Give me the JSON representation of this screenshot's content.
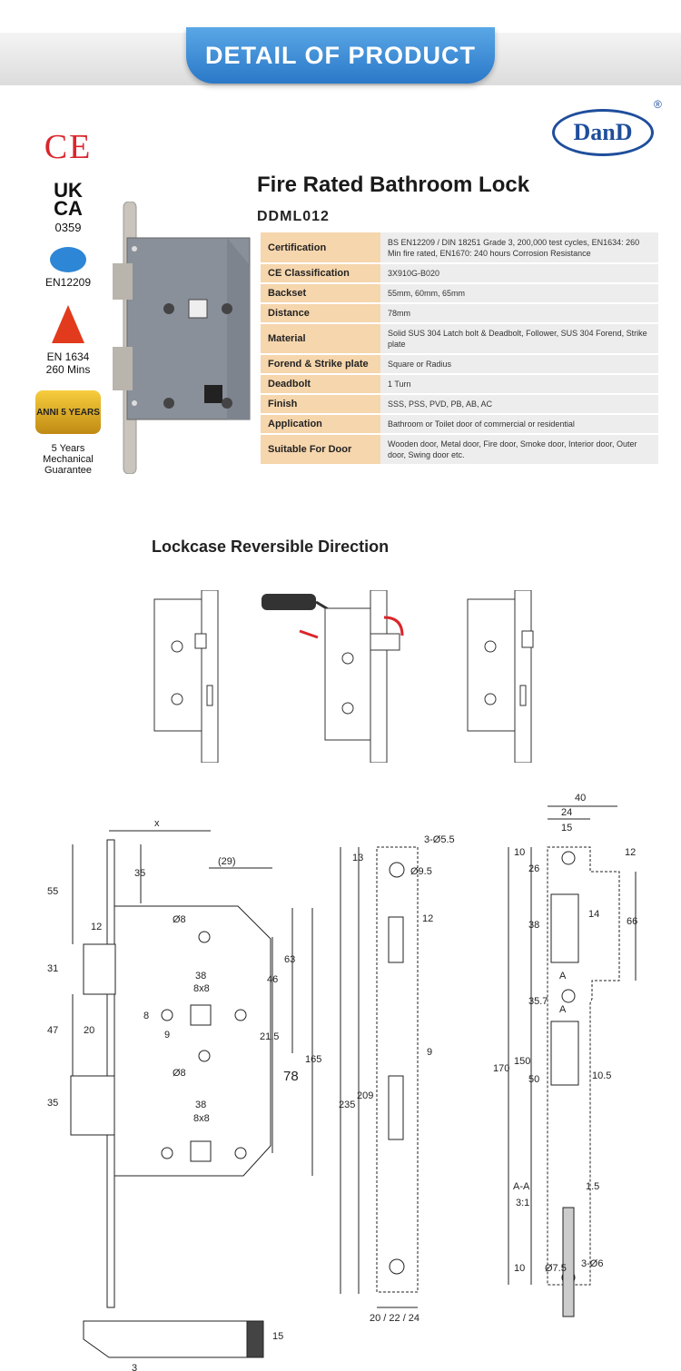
{
  "banner": {
    "title": "DETAIL OF PRODUCT"
  },
  "brand": {
    "logo_text": "DanD",
    "registered": "®"
  },
  "certifications": {
    "ce": "CE",
    "ukca": "UK\nCA",
    "ukca_number": "0359",
    "en12209": "EN12209",
    "fire_rating": "EN 1634",
    "fire_minutes": "260 Mins",
    "guarantee_badge": "ANNI 5 YEARS",
    "guarantee_line1": "5 Years",
    "guarantee_line2": "Mechanical",
    "guarantee_line3": "Guarantee"
  },
  "product": {
    "title": "Fire Rated Bathroom Lock",
    "model": "DDML012"
  },
  "spec_rows": [
    {
      "key": "Certification",
      "value": "BS EN12209 / DIN 18251 Grade 3, 200,000 test cycles, EN1634: 260 Min fire rated, EN1670: 240 hours Corrosion Resistance"
    },
    {
      "key": "CE Classification",
      "value": "3X910G-B020"
    },
    {
      "key": "Backset",
      "value": "55mm, 60mm, 65mm"
    },
    {
      "key": "Distance",
      "value": "78mm"
    },
    {
      "key": "Material",
      "value": "Solid SUS 304 Latch bolt & Deadbolt, Follower, SUS 304 Forend, Strike plate"
    },
    {
      "key": "Forend & Strike plate",
      "value": "Square or Radius"
    },
    {
      "key": "Deadbolt",
      "value": "1 Turn"
    },
    {
      "key": "Finish",
      "value": "SSS, PSS, PVD, PB, AB, AC"
    },
    {
      "key": "Application",
      "value": "Bathroom or Toilet door of commercial or residential"
    },
    {
      "key": "Suitable For Door",
      "value": "Wooden door, Metal door, Fire door, Smoke door, Interior door, Outer door, Swing door etc."
    }
  ],
  "reversible": {
    "title": "Lockcase Reversible Direction"
  },
  "dimensions": {
    "x": "x",
    "d29": "(29)",
    "d55": "55",
    "d35a": "35",
    "d12a": "12",
    "d31": "31",
    "d47": "47",
    "d20": "20",
    "d35b": "35",
    "phi8a": "Ø8",
    "d38a": "38",
    "d8x8a": "8x8",
    "d8": "8",
    "d9": "9",
    "d21_5": "21.5",
    "d46": "46",
    "d63": "63",
    "phi8b": "Ø8",
    "d78": "78",
    "d165": "165",
    "d38b": "38",
    "d8x8b": "8x8",
    "d15": "15",
    "d3": "3",
    "d13": "13",
    "holes": "3-Ø5.5",
    "phi9_5": "Ø9.5",
    "d12b": "12",
    "d9b": "9",
    "d235": "235",
    "d209": "209",
    "width": "20 / 22 / 24",
    "d40": "40",
    "d24": "24",
    "d15b": "15",
    "d10a": "10",
    "d12c": "12",
    "d26": "26",
    "d38c": "38",
    "d14": "14",
    "d66": "66",
    "a1": "A",
    "d35_7": "35.7",
    "a2": "A",
    "d170": "170",
    "d150": "150",
    "d50": "50",
    "d10_5": "10.5",
    "d10b": "10",
    "section": "A-A",
    "scale": "3:1",
    "d1_5": "1.5",
    "phi7_5": "Ø7.5",
    "holes6": "3-Ø6"
  },
  "colors": {
    "banner": "#2a78c8",
    "brand": "#1f4e9c",
    "spec_key_bg": "#f6d6ad",
    "spec_val_bg": "#ededed",
    "ce": "#d9262c"
  }
}
